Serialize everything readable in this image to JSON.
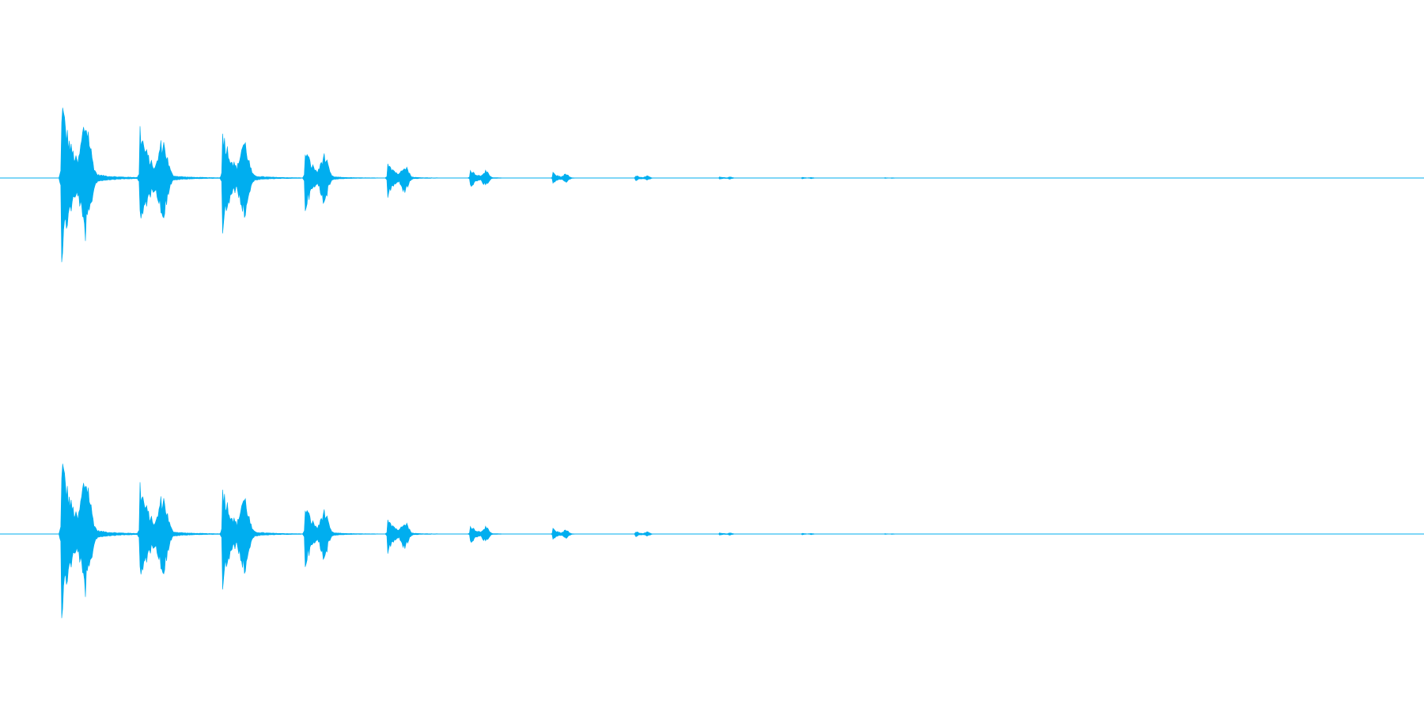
{
  "colors": {
    "background": "#ffffff",
    "waveform": "#00aeef"
  },
  "chart_data": {
    "type": "waveform",
    "channels": [
      {
        "bursts": [
          {
            "onset": 0.043,
            "peak_up": 0.95,
            "peak_down": 0.95,
            "decay": 0.038
          },
          {
            "onset": 0.098,
            "peak_up": 0.62,
            "peak_down": 0.62,
            "decay": 0.036
          },
          {
            "onset": 0.156,
            "peak_up": 0.62,
            "peak_down": 0.62,
            "decay": 0.034
          },
          {
            "onset": 0.214,
            "peak_up": 0.38,
            "peak_down": 0.38,
            "decay": 0.03
          },
          {
            "onset": 0.272,
            "peak_up": 0.23,
            "peak_down": 0.23,
            "decay": 0.027
          },
          {
            "onset": 0.33,
            "peak_up": 0.12,
            "peak_down": 0.12,
            "decay": 0.024
          },
          {
            "onset": 0.388,
            "peak_up": 0.07,
            "peak_down": 0.07,
            "decay": 0.021
          },
          {
            "onset": 0.446,
            "peak_up": 0.035,
            "peak_down": 0.035,
            "decay": 0.019
          },
          {
            "onset": 0.505,
            "peak_up": 0.018,
            "peak_down": 0.018,
            "decay": 0.017
          },
          {
            "onset": 0.563,
            "peak_up": 0.01,
            "peak_down": 0.01,
            "decay": 0.015
          },
          {
            "onset": 0.621,
            "peak_up": 0.006,
            "peak_down": 0.006,
            "decay": 0.013
          }
        ]
      },
      {
        "bursts": [
          {
            "onset": 0.043,
            "peak_up": 0.95,
            "peak_down": 0.95,
            "decay": 0.038
          },
          {
            "onset": 0.098,
            "peak_up": 0.62,
            "peak_down": 0.62,
            "decay": 0.036
          },
          {
            "onset": 0.156,
            "peak_up": 0.62,
            "peak_down": 0.62,
            "decay": 0.034
          },
          {
            "onset": 0.214,
            "peak_up": 0.38,
            "peak_down": 0.38,
            "decay": 0.03
          },
          {
            "onset": 0.272,
            "peak_up": 0.23,
            "peak_down": 0.23,
            "decay": 0.027
          },
          {
            "onset": 0.33,
            "peak_up": 0.12,
            "peak_down": 0.12,
            "decay": 0.024
          },
          {
            "onset": 0.388,
            "peak_up": 0.07,
            "peak_down": 0.07,
            "decay": 0.021
          },
          {
            "onset": 0.446,
            "peak_up": 0.035,
            "peak_down": 0.035,
            "decay": 0.019
          },
          {
            "onset": 0.505,
            "peak_up": 0.018,
            "peak_down": 0.018,
            "decay": 0.017
          },
          {
            "onset": 0.563,
            "peak_up": 0.01,
            "peak_down": 0.01,
            "decay": 0.015
          },
          {
            "onset": 0.621,
            "peak_up": 0.006,
            "peak_down": 0.006,
            "decay": 0.013
          }
        ]
      }
    ],
    "x_range": [
      0,
      1
    ],
    "y_range": [
      -1,
      1
    ],
    "grid": false,
    "axes_visible": false
  }
}
